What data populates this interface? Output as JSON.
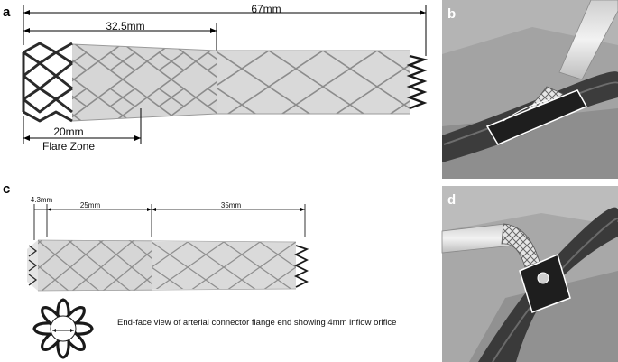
{
  "panels": {
    "a": {
      "label": "a",
      "dim_total": "67mm",
      "dim_upper": "32.5mm",
      "dim_flare": "20mm",
      "flare_text": "Flare Zone"
    },
    "b": {
      "label": "b"
    },
    "c": {
      "label": "c",
      "dim_small": "4.3mm",
      "dim_mid": "25mm",
      "dim_right": "35mm"
    },
    "d": {
      "label": "d"
    }
  },
  "caption": "End-face view of arterial connector flange end showing 4mm inflow orifice",
  "colors": {
    "stent_fill": "#d6d6d6",
    "stent_wire": "#8c8c8c",
    "flange_wire": "#2a2a2a",
    "render_bg": "#a3a3a3",
    "vessel": "#3c3c3c"
  }
}
